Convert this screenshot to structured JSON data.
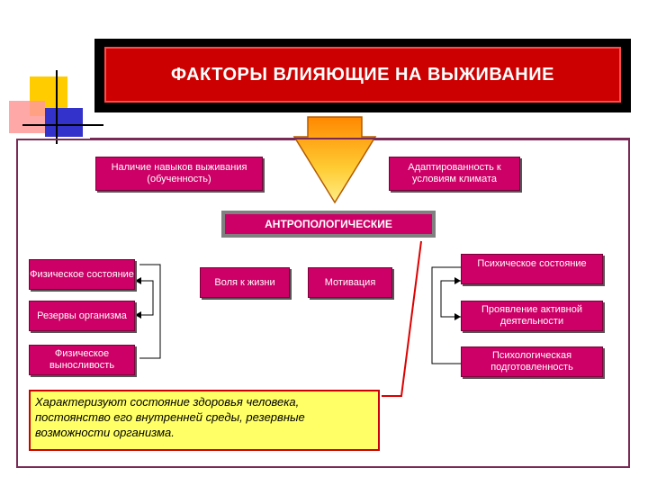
{
  "title": "ФАКТОРЫ ВЛИЯЮЩИЕ НА ВЫЖИВАНИЕ",
  "top_left_box": "Наличие навыков выживания (обученность)",
  "top_right_box": "Адаптированность к условиям климата",
  "center_box": "АНТРОПОЛОГИЧЕСКИЕ",
  "left_boxes": [
    "Физическое состояние",
    "Резервы организма",
    "Физическое выносливость"
  ],
  "middle_boxes": [
    "Воля к жизни",
    "Мотивация"
  ],
  "right_boxes": [
    "Психическое состояние",
    "Проявление активной деятельности",
    "Психологическая подготовленность"
  ],
  "note": "Характеризуют состояние здоровья человека, постоянство его внутренней среды, резервные возможности организма.",
  "colors": {
    "box": "#cc0066",
    "title_bg": "#cc0000",
    "note_bg": "#ffff66",
    "arrow": "#ff9900"
  }
}
